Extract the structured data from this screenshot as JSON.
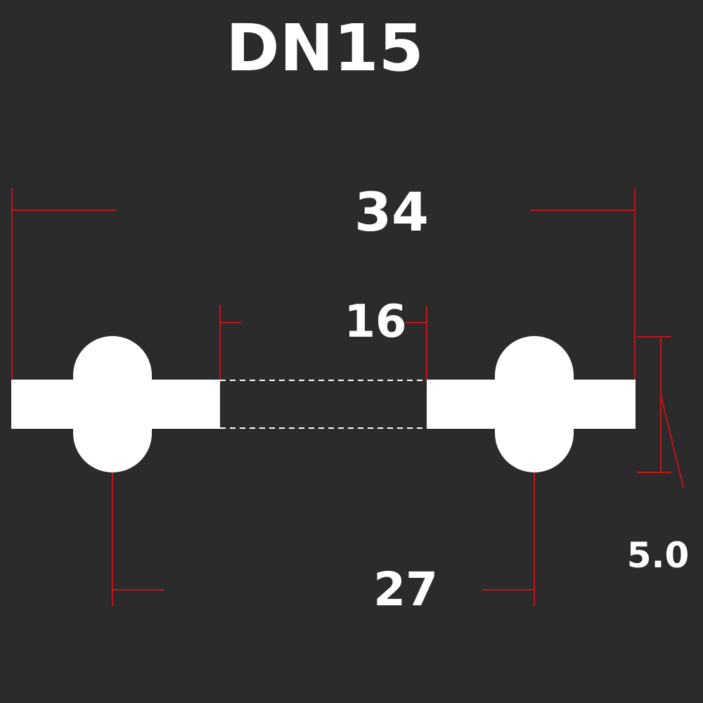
{
  "title": "DN15",
  "dimensions": {
    "outer_diameter": "34",
    "inner_diameter": "16",
    "bead_diameter": "27",
    "thickness": "5.0"
  },
  "colors": {
    "background": "#2b2b2b",
    "gasket": "#ffffff",
    "dimension_line": "#c0141a",
    "text": "#ffffff"
  }
}
